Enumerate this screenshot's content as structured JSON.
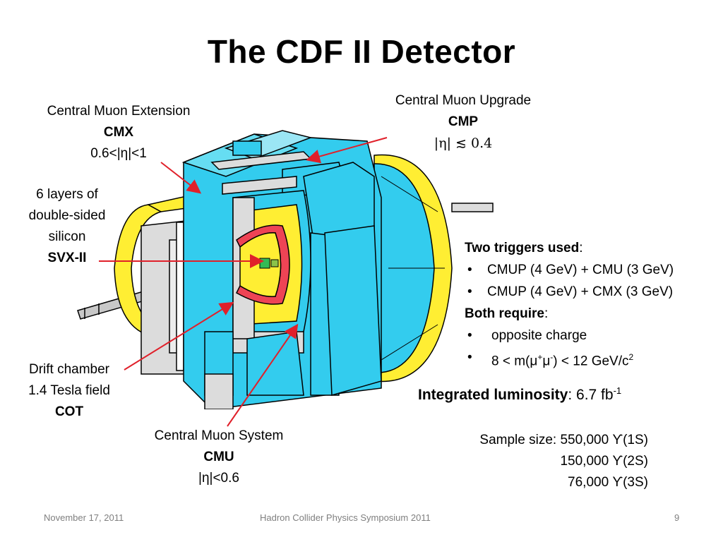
{
  "title": "The CDF II Detector",
  "labels": {
    "cmx": {
      "line1": "Central Muon Extension",
      "abbr": "CMX",
      "range": "0.6<|η|<1"
    },
    "cmp": {
      "line1": "Central Muon Upgrade",
      "abbr": "CMP",
      "range": "|η| ≲ 0.4"
    },
    "svx": {
      "line1": "6 layers of",
      "line2": "double-sided",
      "line3": "silicon",
      "abbr": "SVX-II"
    },
    "cot": {
      "line1": "Drift chamber",
      "line2": "1.4 Tesla field",
      "abbr": "COT"
    },
    "cmu": {
      "line1": "Central Muon System",
      "abbr": "CMU",
      "range": "|η|<0.6"
    }
  },
  "triggers": {
    "heading": "Two triggers used",
    "items": [
      "CMUP (4 GeV) + CMU (3 GeV)",
      "CMUP (4 GeV) + CMX (3 GeV)"
    ],
    "require_heading": "Both require",
    "require_items": [
      "opposite charge"
    ],
    "mass_cut": {
      "prefix": "8 < m(μ",
      "plus": "+",
      "mu": "μ",
      "minus": "-",
      "suffix": ") < 12 GeV/c",
      "exp": "2"
    }
  },
  "luminosity": {
    "label": "Integrated luminosity",
    "value": ": 6.7 fb",
    "exp": "-1"
  },
  "sample": {
    "label": "Sample size: ",
    "rows": [
      "550,000 ϒ(1S)",
      "150,000 ϒ(2S)",
      "76,000 ϒ(3S)"
    ]
  },
  "footer": {
    "date": "November 17, 2011",
    "event": "Hadron Collider Physics Symposium  2011",
    "page": "9"
  },
  "colors": {
    "arrow": "#e0202a",
    "cyan": "#33ccee",
    "yellow": "#ffee33",
    "red_ring": "#ee4455",
    "gray": "#dcdcdc",
    "outline": "#000000"
  }
}
